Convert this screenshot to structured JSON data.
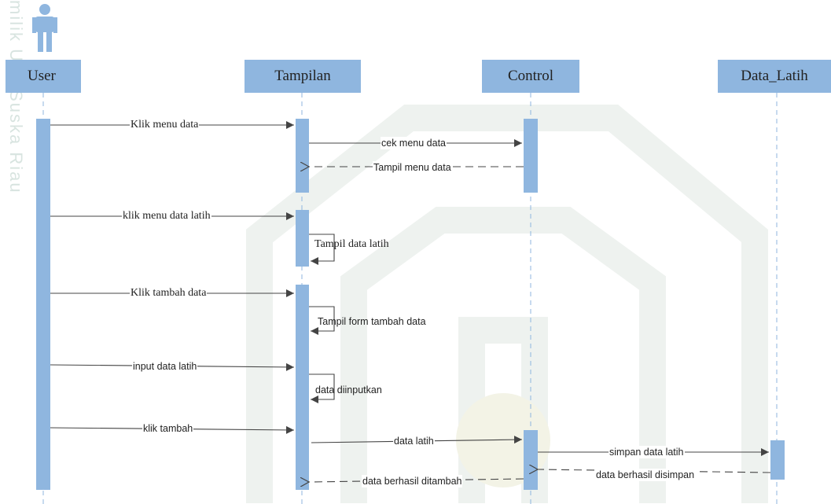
{
  "watermark_vertical_text": "milik UIN Suska Riau",
  "lifelines": [
    {
      "id": "user",
      "label": "User"
    },
    {
      "id": "tampilan",
      "label": "Tampilan"
    },
    {
      "id": "control",
      "label": "Control"
    },
    {
      "id": "data_latih",
      "label": "Data_Latih"
    }
  ],
  "messages": [
    {
      "label": "Klik menu data",
      "from": "User",
      "to": "Tampilan",
      "kind": "sync"
    },
    {
      "label": "cek menu data",
      "from": "Tampilan",
      "to": "Control",
      "kind": "sync"
    },
    {
      "label": "Tampil menu data",
      "from": "Control",
      "to": "Tampilan",
      "kind": "return"
    },
    {
      "label": "klik menu data latih",
      "from": "User",
      "to": "Tampilan",
      "kind": "sync"
    },
    {
      "label": "Tampil data latih",
      "from": "Tampilan",
      "to": "Tampilan",
      "kind": "self"
    },
    {
      "label": "Klik tambah data",
      "from": "User",
      "to": "Tampilan",
      "kind": "sync"
    },
    {
      "label": "Tampil form tambah data",
      "from": "Tampilan",
      "to": "Tampilan",
      "kind": "self"
    },
    {
      "label": "input data latih",
      "from": "User",
      "to": "Tampilan",
      "kind": "sync"
    },
    {
      "label": "data diinputkan",
      "from": "Tampilan",
      "to": "Tampilan",
      "kind": "self"
    },
    {
      "label": "klik tambah",
      "from": "User",
      "to": "Tampilan",
      "kind": "sync"
    },
    {
      "label": "data latih",
      "from": "Tampilan",
      "to": "Control",
      "kind": "sync"
    },
    {
      "label": "simpan data latih",
      "from": "Control",
      "to": "Data_Latih",
      "kind": "sync"
    },
    {
      "label": "data berhasil disimpan",
      "from": "Data_Latih",
      "to": "Control",
      "kind": "return"
    },
    {
      "label": "data berhasil ditambah",
      "from": "Control",
      "to": "Tampilan",
      "kind": "return"
    }
  ],
  "colors": {
    "lifeline_box": "#8fb6df",
    "activation": "#8fb6df",
    "lifeline_dash": "#8fb6df",
    "message_line": "#444444",
    "watermark": "#e6ece9"
  }
}
